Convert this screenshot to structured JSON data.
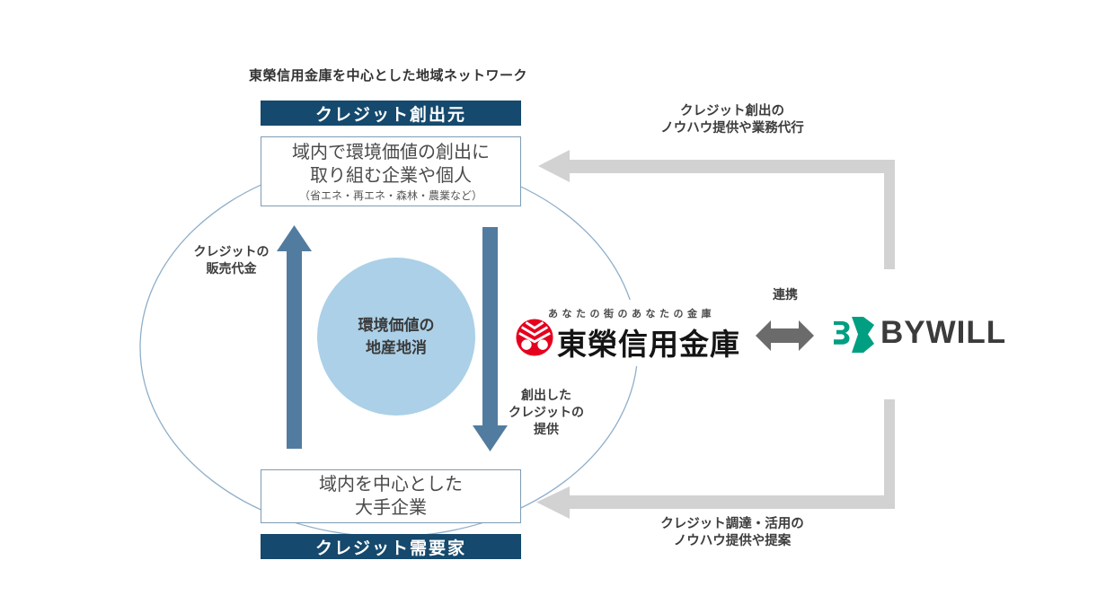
{
  "colors": {
    "navy_banner": "#15496d",
    "steel_blue_arrow": "#527c9f",
    "circle_blue": "#abd0e8",
    "ellipse_stroke": "#8fafc9",
    "flow_arrow_gray": "#d2d2d2",
    "partnership_arrow_gray": "#6b6b6b",
    "bank_red": "#e5001e",
    "bywill_teal": "#009f82",
    "text": "#3d3d3d"
  },
  "network": {
    "title": "東榮信用金庫を中心とした地域ネットワーク",
    "creator_banner": "クレジット創出元",
    "creator_box": {
      "line1": "域内で環境価値の創出に",
      "line2": "取り組む企業や個人",
      "note": "（省エネ・再エネ・森林・農業など）"
    },
    "payment_label": {
      "line1": "クレジットの",
      "line2": "販売代金"
    },
    "circle": {
      "line1": "環境価値の",
      "line2": "地産地消"
    },
    "provision_label": {
      "line1": "創出した",
      "line2": "クレジットの",
      "line3": "提供"
    },
    "demand_box": {
      "line1": "域内を中心とした",
      "line2": "大手企業"
    },
    "demand_banner": "クレジット需要家"
  },
  "bank": {
    "tagline": "あなたの街のあなたの金庫",
    "name": "東榮信用金庫"
  },
  "partnership": {
    "label": "連携"
  },
  "bywill": {
    "wordmark": "BYWILL"
  },
  "flows": {
    "top": {
      "line1": "クレジット創出の",
      "line2": "ノウハウ提供や業務代行"
    },
    "bottom": {
      "line1": "クレジット調達・活用の",
      "line2": "ノウハウ提供や提案"
    }
  }
}
